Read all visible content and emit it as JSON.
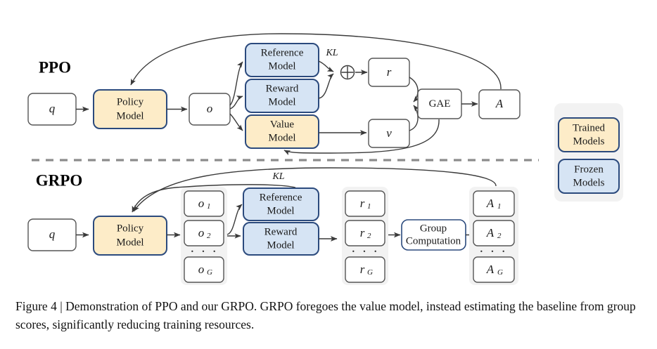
{
  "figure": {
    "caption_line1": "Figure 4 | Demonstration of PPO and our GRPO. GRPO foregoes the value model, instead",
    "caption_line2": "estimating the baseline from group scores, significantly reducing training resources."
  },
  "colors": {
    "trained_fill": "#fdecc8",
    "trained_stroke": "#2b4a7d",
    "frozen_fill": "#d6e4f4",
    "frozen_stroke": "#2b4a7d",
    "plain_fill": "#ffffff",
    "plain_stroke": "#555555",
    "group_bg": "#f2f2f2",
    "divider": "#8c8c8c",
    "arrow": "#3a3a3a",
    "text": "#1a1a1a"
  },
  "ppo": {
    "title": "PPO",
    "nodes": {
      "q": "q",
      "policy_model": "Policy Model",
      "o": "o",
      "reference_model": "Reference Model",
      "reward_model": "Reward Model",
      "value_model": "Value Model",
      "plus": "⊕",
      "r": "r",
      "v": "v",
      "gae": "GAE",
      "a": "A"
    },
    "edge_labels": {
      "kl": "KL"
    }
  },
  "grpo": {
    "title": "GRPO",
    "nodes": {
      "q": "q",
      "policy_model": "Policy Model",
      "reference_model": "Reference Model",
      "reward_model": "Reward Model",
      "group_computation": "Group Computation"
    },
    "edge_labels": {
      "kl": "KL"
    },
    "outputs": {
      "items": [
        "o",
        "o",
        "o"
      ],
      "subs": [
        "1",
        "2",
        "G"
      ],
      "ellipsis": "· · ·"
    },
    "rewards": {
      "items": [
        "r",
        "r",
        "r"
      ],
      "subs": [
        "1",
        "2",
        "G"
      ],
      "ellipsis": "· · ·"
    },
    "advantages": {
      "items": [
        "A",
        "A",
        "A"
      ],
      "subs": [
        "1",
        "2",
        "G"
      ],
      "ellipsis": "· · ·"
    }
  },
  "legend": {
    "trained": "Trained Models",
    "frozen": "Frozen Models"
  }
}
